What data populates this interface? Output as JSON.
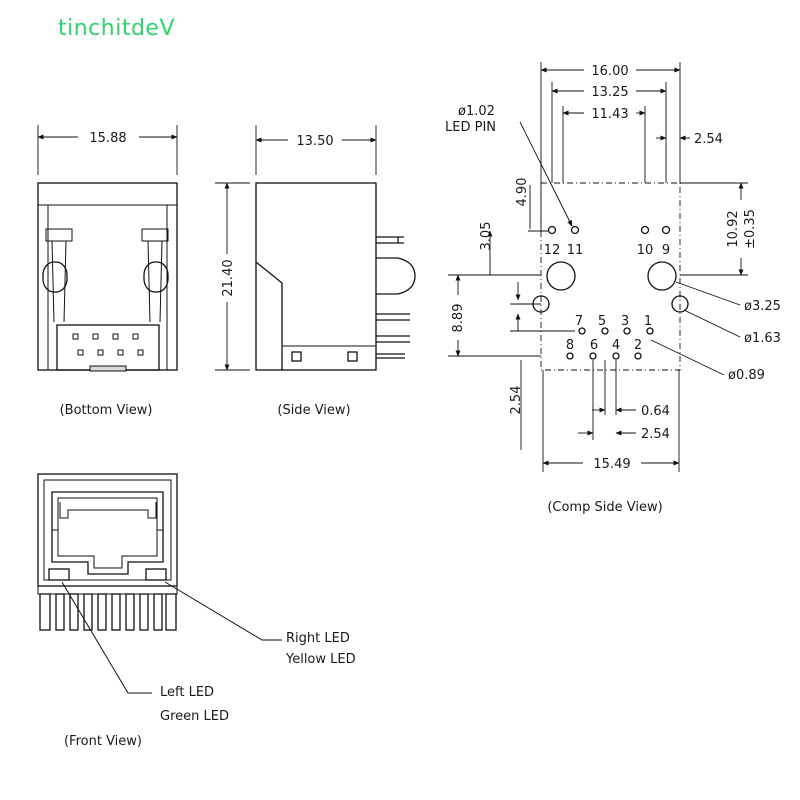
{
  "brand": {
    "text": "tinchitdeV",
    "color": "#2fd36b"
  },
  "views": {
    "bottom": {
      "caption": "(Bottom View)",
      "width_dim": "15.88"
    },
    "side": {
      "caption": "(Side View)",
      "width_dim": "13.50",
      "height_dim": "21.40"
    },
    "comp": {
      "caption": "(Comp Side View)",
      "top_dims": [
        "16.00",
        "13.25",
        "11.43"
      ],
      "right_pin_spacing": "2.54",
      "led_pin_label_line1": "ø1.02",
      "led_pin_label_line2": "LED PIN",
      "dim_4_90": "4.90",
      "dim_3_05": "3.05",
      "dim_10_92": "10.92",
      "dim_tol": "±0.35",
      "dim_8_89": "8.89",
      "dim_2_54_left": "2.54",
      "hole_3_25": "ø3.25",
      "hole_1_63": "ø1.63",
      "hole_0_89": "ø0.89",
      "dim_0_64": "0.64",
      "dim_2_54_bottom": "2.54",
      "dim_15_49": "15.49",
      "led_pins": [
        "12",
        "11",
        "10",
        "9"
      ],
      "signal_pins_top": [
        "7",
        "5",
        "3",
        "1"
      ],
      "signal_pins_bottom": [
        "8",
        "6",
        "4",
        "2"
      ]
    },
    "front": {
      "caption": "(Front View)",
      "right_led_line1": "Right LED",
      "right_led_line2": "Yellow LED",
      "left_led_line1": "Left LED",
      "left_led_line2": "Green LED"
    }
  }
}
